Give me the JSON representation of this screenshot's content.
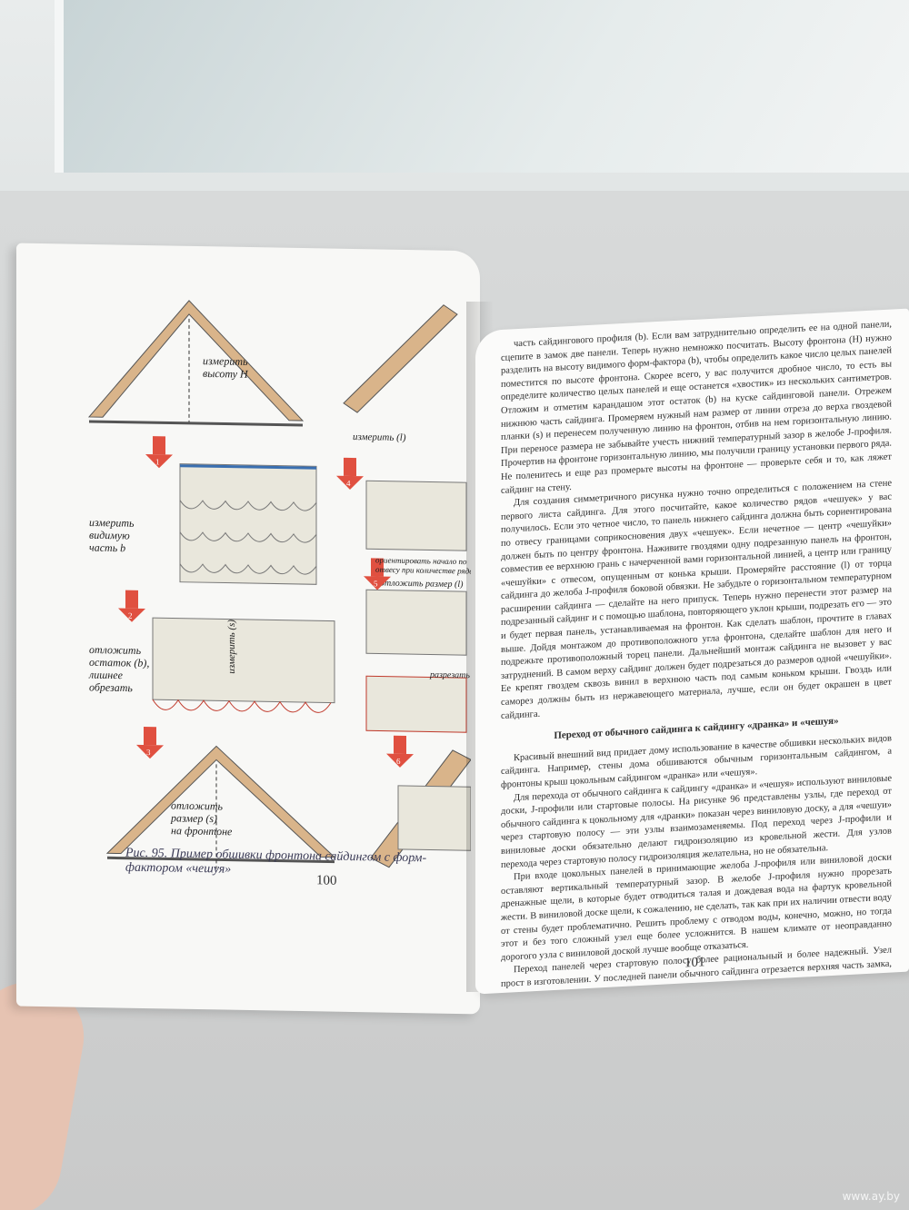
{
  "left_page": {
    "figure_labels": {
      "measure_height": "измерить\nвысоту H",
      "measure_visible": "измерить\nвидимую\nчасть b",
      "subtract_rest": "отложить\nостаток (b),\nлишнее\nобрезать",
      "measure_s": "измерить (s)",
      "set_size": "отложить\nразмер (s)\nна фронтоне",
      "measure_l": "измерить (l)",
      "orient": "ориентировать начало по\nотвесу при количестве рядов",
      "set_size_short": "отложить размер (l)",
      "cut": "разрезать"
    },
    "step_numbers": [
      "1",
      "2",
      "3",
      "4",
      "5",
      "6"
    ],
    "caption": "Рис. 95. Пример обшивки фронтона сайдингом с форм-фактором «чешуя»",
    "page_number": "100"
  },
  "right_page": {
    "paragraphs": [
      "часть сайдингового профиля (b). Если вам затруднительно определить ее на одной панели, сцепите в замок две панели. Теперь нужно немножко посчитать. Высоту фронтона (H) нужно разделить на высоту видимого форм-фактора (b), чтобы определить какое число целых панелей поместится по высоте фронтона. Скорее всего, у вас получится дробное число, то есть вы определите количество целых панелей и еще останется «хвостик» из нескольких сантиметров. Отложим и отметим карандашом этот остаток (b) на куске сайдинговой панели. Отрежем нижнюю часть сайдинга. Промеряем нужный нам размер от линии отреза до верха гвоздевой планки (s) и перенесем полученную линию на фронтон, отбив на нем горизонтальную линию. При переносе размера не забывайте учесть нижний температурный зазор в желобе J-профиля. Прочертив на фронтоне горизонтальную линию, мы получили границу установки первого ряда. Не поленитесь и еще раз промерьте высоты на фронтоне — проверьте себя и то, как ляжет сайдинг на стену.",
      "Для создания симметричного рисунка нужно точно определиться с положением на стене первого листа сайдинга. Для этого посчитайте, какое количество рядов «чешуек» у вас получилось. Если это четное число, то панель нижнего сайдинга должна быть сориентирована по отвесу границами соприкосновения двух «чешуек». Если нечетное — центр «чешуйки» должен быть по центру фронтона. Наживите гвоздями одну подрезанную панель на фронтон, совместив ее верхнюю грань с начерченной вами горизонтальной линией, а центр или границу «чешуйки» с отвесом, опущенным от конька крыши. Промеряйте расстояние (l) от торца сайдинга до желоба J-профиля боковой обвязки. Не забудьте о горизонтальном температурном расширении сайдинга — сделайте на него припуск. Теперь нужно перенести этот размер на подрезанный сайдинг и с помощью шаблона, повторяющего уклон крыши, подрезать его — это и будет первая панель, устанавливаемая на фронтон. Как сделать шаблон, прочтите в главах выше. Дойдя монтажом до противоположного угла фронтона, сделайте шаблон для него и подрежьте противоположный торец панели. Дальнейший монтаж сайдинга не вызовет у вас затруднений. В самом верху сайдинг должен будет подрезаться до размеров одной «чешуйки». Ее крепят гвоздем сквозь винил в верхнюю часть под самым коньком крыши. Гвоздь или саморез должны быть из нержавеющего материала, лучше, если он будет окрашен в цвет сайдинга."
    ],
    "heading": "Переход от обычного сайдинга к сайдингу «дранка» и «чешуя»",
    "paragraphs2": [
      "Красивый внешний вид придает дому использование в качестве обшивки нескольких видов сайдинга. Например, стены дома обшиваются обычным горизонтальным сайдингом, а фронтоны крыш цокольным сайдингом «дранка» или «чешуя».",
      "Для перехода от обычного сайдинга к сайдингу «дранка» и «чешуя» используют виниловые доски, J-профили или стартовые полосы. На рисунке 96 представлены узлы, где переход от обычного сайдинга к цокольному для «дранки» показан через виниловую доску, а для «чешуи» через стартовую полосу — эти узлы взаимозаменяемы. Под переход через J-профили и виниловые доски обязательно делают гидроизоляцию из кровельной жести. Для узлов перехода через стартовую полосу гидроизоляция желательна, но не обязательна.",
      "При входе цокольных панелей в принимающие желоба J-профиля или виниловой доски оставляют вертикальный температурный зазор. В желобе J-профиля нужно прорезать дренажные щели, в которые будет отводиться талая и дождевая вода на фартук кровельной жести. В виниловой доске щели, к сожалению, не сделать, так как при их наличии отвести воду от стены будет проблематично. Решить проблему с отводом воды, конечно, можно, но тогда этот и без того сложный узел еще более усложнится. В нашем климате от неоправданно дорогого узла с виниловой доской лучше вообще отказаться.",
      "Переход панелей через стартовую полосу более рациональный и более надежный. Узел прост в изготовлении. У последней панели обычного сайдинга отрезается верхняя часть замка, так как она не подходит для зацепления панелей цокольного сайдинга."
    ],
    "page_number": "101"
  },
  "watermark": "www.ay.by"
}
